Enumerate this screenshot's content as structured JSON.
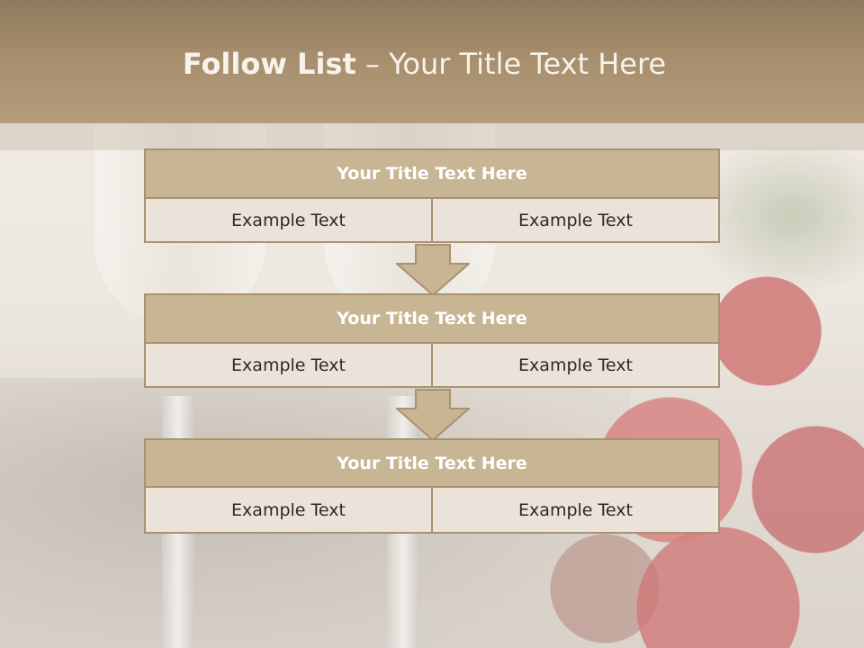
{
  "slide": {
    "title_bold": "Follow List",
    "title_rest": " – Your Title Text Here"
  },
  "blocks": [
    {
      "title": "Your Title Text Here",
      "left": "Example Text",
      "right": "Example Text"
    },
    {
      "title": "Your Title Text Here",
      "left": "Example Text",
      "right": "Example Text"
    },
    {
      "title": "Your Title Text Here",
      "left": "Example Text",
      "right": "Example Text"
    }
  ],
  "colors": {
    "header": "#a88f6e",
    "block_title_fill": "#c8b594",
    "cell_fill": "#ebe3da",
    "border": "#a89272"
  }
}
